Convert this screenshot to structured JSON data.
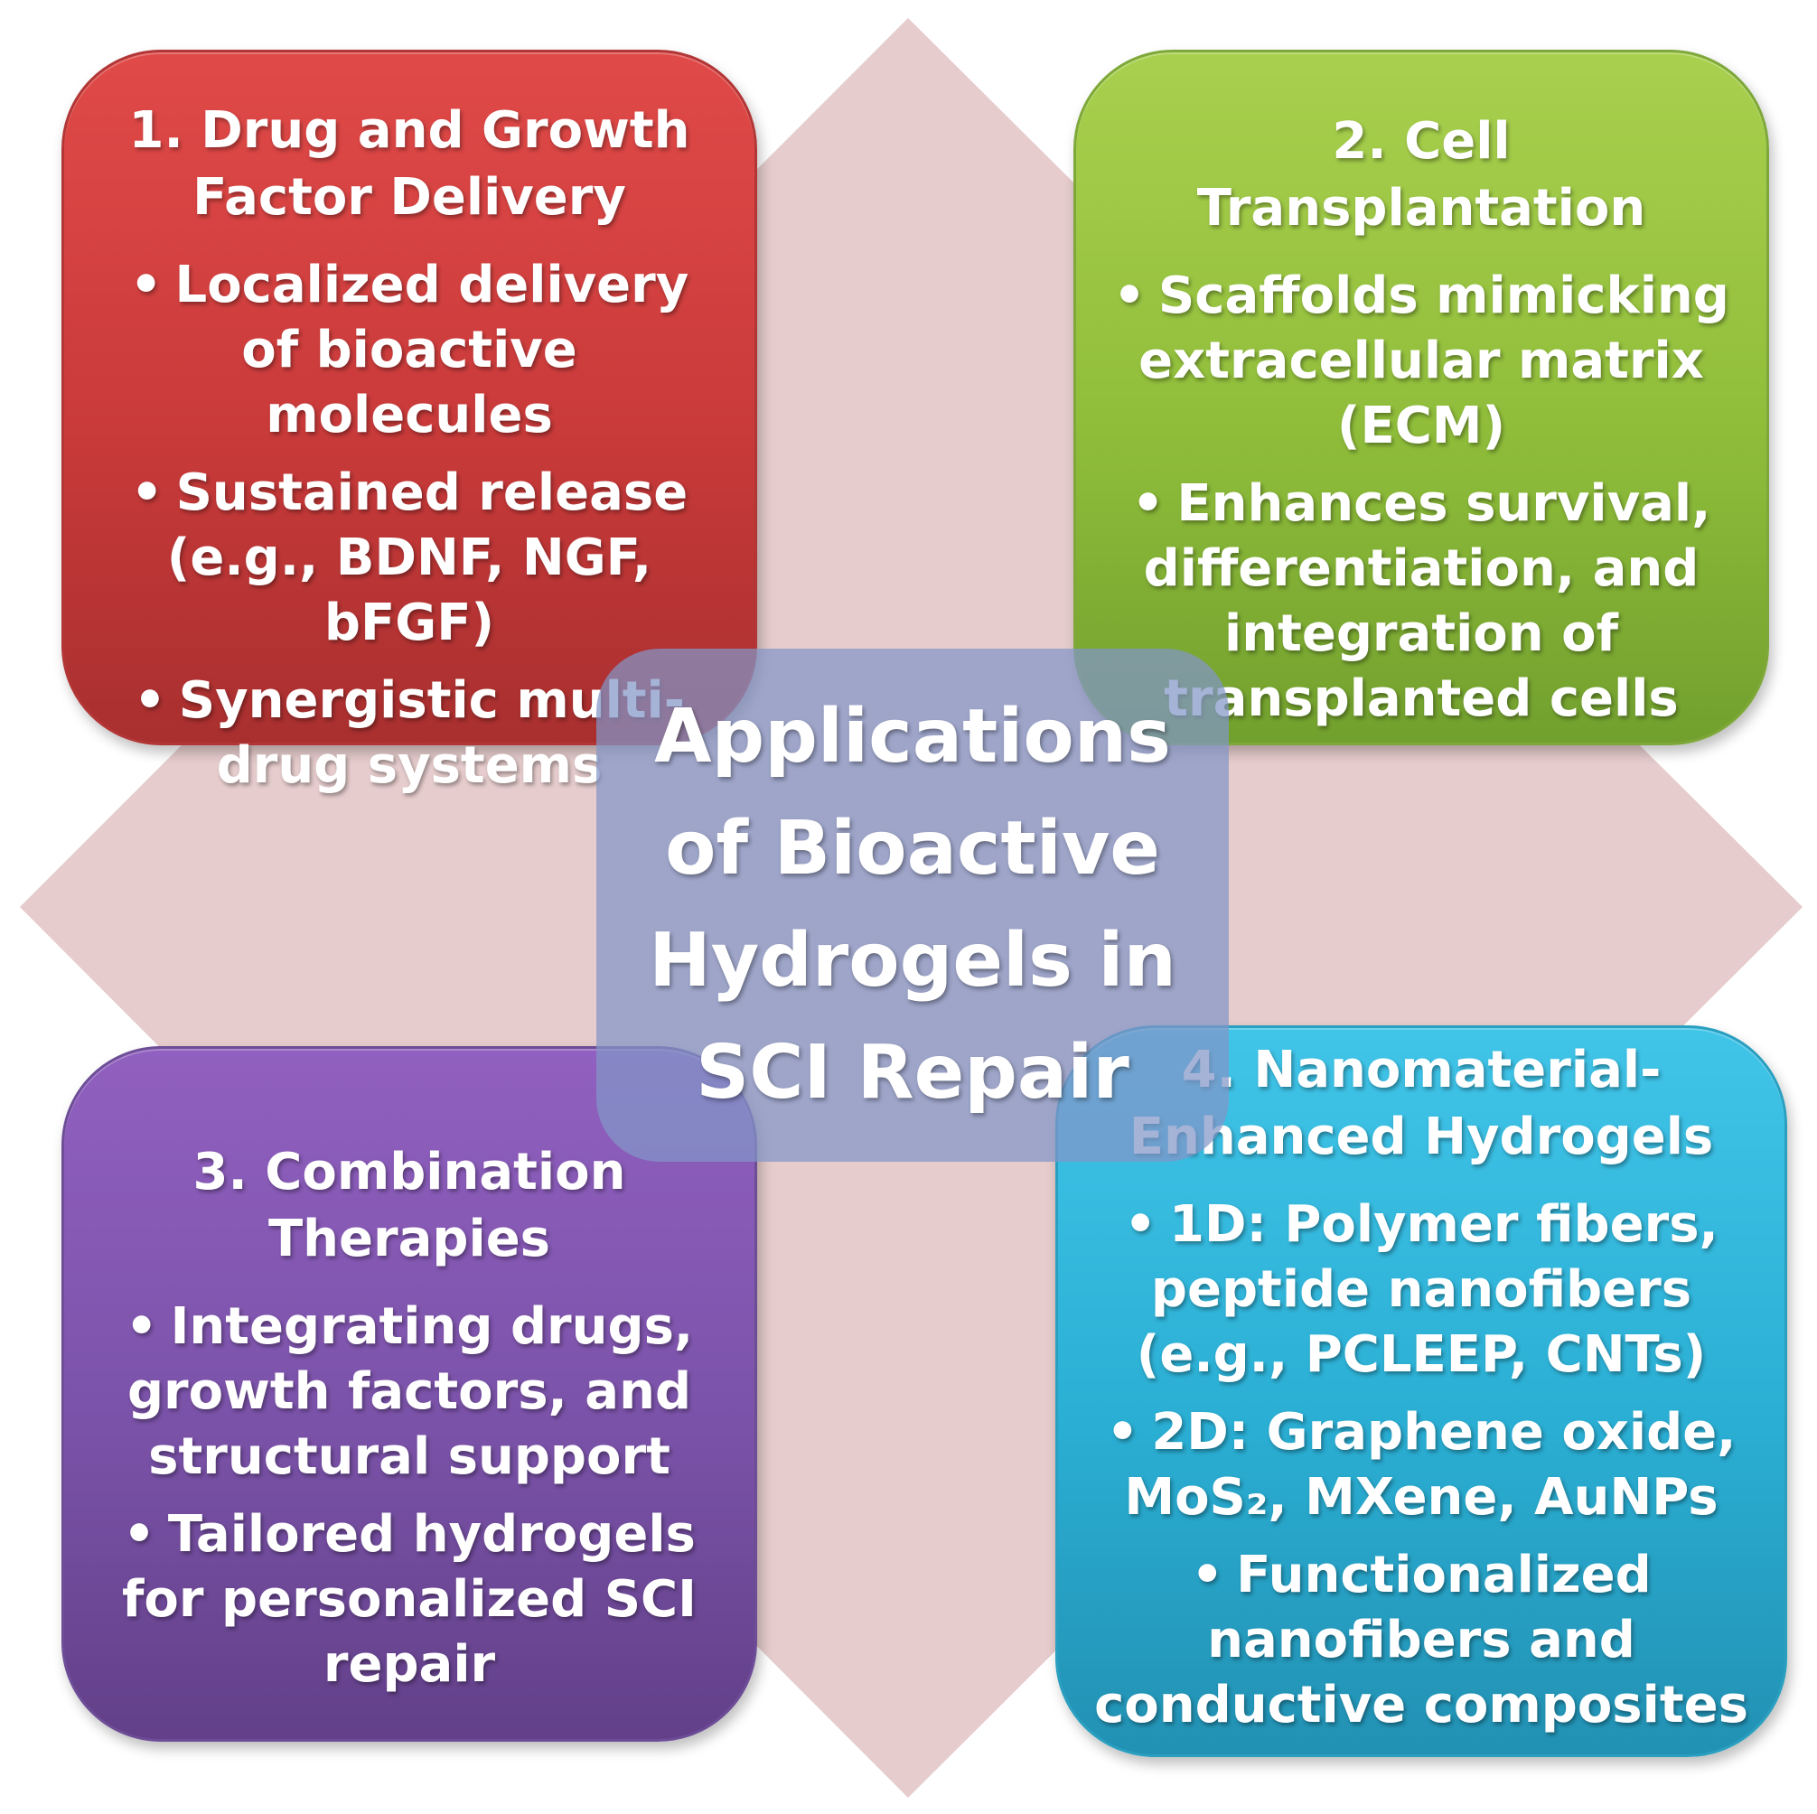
{
  "center": {
    "title": "Applications of Bioactive Hydrogels in SCI Repair"
  },
  "boxes": {
    "drug_delivery": {
      "title": "1. Drug and Growth Factor Delivery",
      "items": [
        "Localized delivery of bioactive molecules",
        "Sustained release (e.g., BDNF, NGF, bFGF)",
        "Synergistic multi-drug systems"
      ]
    },
    "cell_transplantation": {
      "title": "2. Cell Transplantation",
      "items": [
        "Scaffolds mimicking extracellular matrix (ECM)",
        "Enhances survival, differentiation, and integration of transplanted cells"
      ]
    },
    "combination_therapies": {
      "title": "3. Combination Therapies",
      "items": [
        "Integrating drugs, growth factors, and structural support",
        "Tailored hydrogels for personalized SCI repair"
      ]
    },
    "nanomaterial": {
      "title": "4. Nanomaterial-Enhanced Hydrogels",
      "items": [
        "1D: Polymer fibers, peptide nanofibers (e.g., PCLEEP, CNTs)",
        "2D: Graphene oxide, MoS₂, MXene, AuNPs",
        "Functionalized nanofibers and conductive composites"
      ]
    }
  },
  "bullet": "•",
  "colors": {
    "diamond": "#e6cccc",
    "red": "#c93a3a",
    "green": "#8fbd3a",
    "purple": "#7a52a8",
    "blue": "#2aaed3",
    "center": "#8c9cc8"
  }
}
